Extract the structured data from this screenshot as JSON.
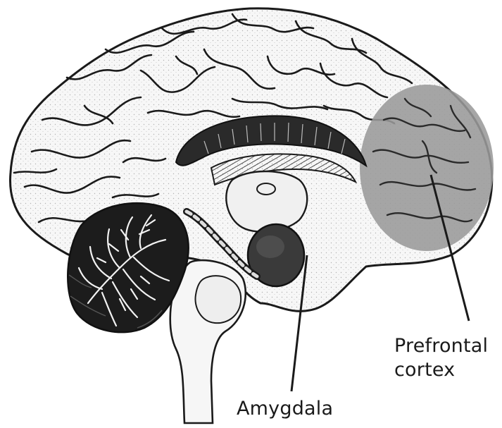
{
  "labels": {
    "prefrontal_line1": "Prefrontal",
    "prefrontal_line2": "cortex",
    "amygdala": "Amygdala"
  },
  "colors": {
    "ink": "#1a1a1a",
    "highlight": "#9a9a9a",
    "tissue": "#f4f4f4",
    "cerebellum_dark": "#1c1c1c",
    "background": "#ffffff"
  },
  "highlighted_region": "Prefrontal cortex"
}
